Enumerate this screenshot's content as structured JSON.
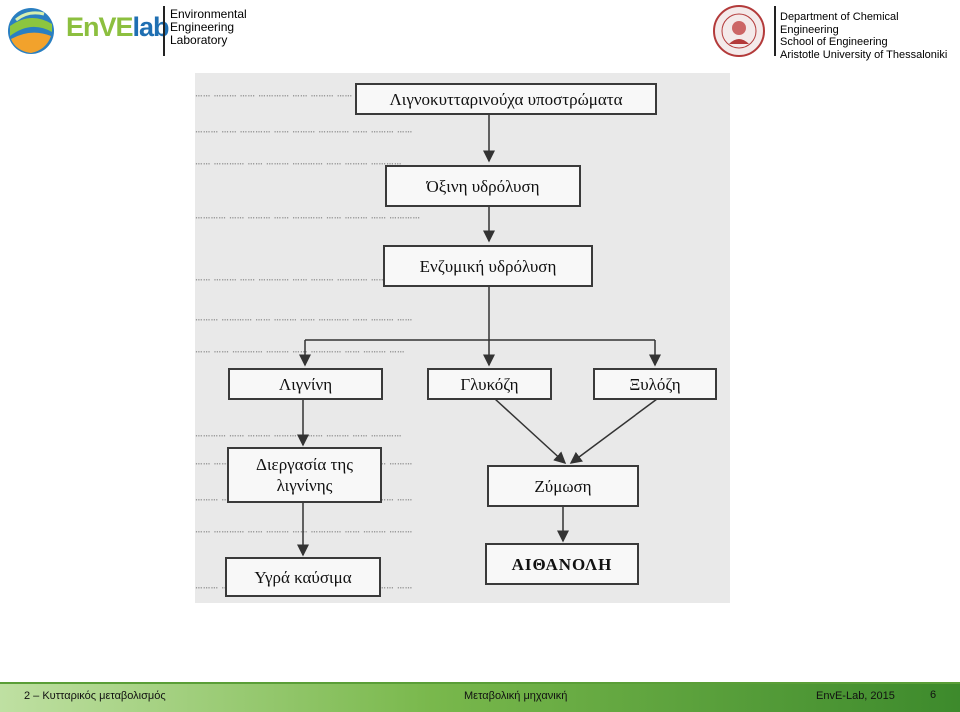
{
  "header": {
    "logo_text_a": "EnVE",
    "logo_text_b": "lab",
    "lab_name": [
      "Environmental",
      "Engineering",
      "Laboratory"
    ],
    "department": [
      "Department of Chemical Engineering",
      "School of Engineering",
      "Aristotle University of Thessaloniki"
    ]
  },
  "diagram": {
    "nodes": {
      "substrates": "Λιγνοκυτταρινούχα υποστρώματα",
      "acid_hydrolysis": "Όξινη υδρόλυση",
      "enzymatic_hydrolysis": "Ενζυμική υδρόλυση",
      "lignin": "Λιγνίνη",
      "glucose": "Γλυκόζη",
      "xylose": "Ξυλόζη",
      "lignin_processing_1": "Διεργασία της",
      "lignin_processing_2": "λιγνίνης",
      "fermentation": "Ζύμωση",
      "liquid_fuels": "Υγρά καύσιμα",
      "ethanol": "ΑΙΘΑΝΟΛΗ"
    },
    "edges": [
      [
        "substrates",
        "acid_hydrolysis"
      ],
      [
        "acid_hydrolysis",
        "enzymatic_hydrolysis"
      ],
      [
        "enzymatic_hydrolysis",
        "lignin"
      ],
      [
        "enzymatic_hydrolysis",
        "glucose"
      ],
      [
        "enzymatic_hydrolysis",
        "xylose"
      ],
      [
        "lignin",
        "lignin_processing"
      ],
      [
        "glucose",
        "fermentation"
      ],
      [
        "xylose",
        "fermentation"
      ],
      [
        "lignin_processing",
        "liquid_fuels"
      ],
      [
        "fermentation",
        "ethanol"
      ]
    ]
  },
  "footer": {
    "slide_title": "2 – Κυτταρικός μεταβολισμός",
    "center_title": "Μεταβολική μηχανική",
    "credit": "EnvE-Lab, 2015",
    "page_number": "6"
  }
}
